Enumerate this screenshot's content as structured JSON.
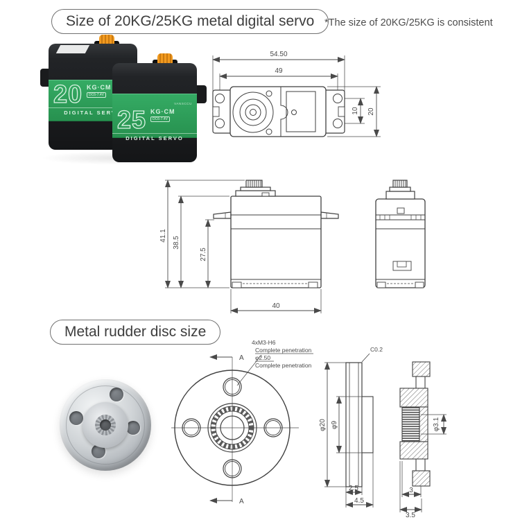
{
  "header": {
    "title": "Size of 20KG/25KG metal digital servo",
    "note": "*The size of 20KG/25KG is consistent"
  },
  "sections": {
    "rudder_title": "Metal rudder disc size"
  },
  "servo_photos": {
    "servo20": {
      "number": "20",
      "unit": "KG·CM",
      "voltage_badge": "DC6-7.4V",
      "type_label": "DIGITAL SERVO"
    },
    "servo25": {
      "number": "25",
      "unit": "KG·CM",
      "brand": "VANSCCU",
      "voltage_badge": "DC6-7.4V",
      "type_label": "DIGITAL SERVO"
    }
  },
  "top_view_dims": {
    "overall_width": "54.50",
    "hole_spacing": "49",
    "hole_offset": "10",
    "body_width": "20"
  },
  "side_view_dims": {
    "total_height": "41.1",
    "body_height": "38.5",
    "lower_height": "27.5",
    "body_length": "40"
  },
  "disc_front": {
    "callout_line1": "4xM3-H6",
    "callout_line2": "Complete penetration",
    "callout_line3": "φ2.50",
    "callout_line4": "Complete penetration",
    "section_label_top": "A",
    "section_label_bottom": "A"
  },
  "disc_section_dims": {
    "chamfer": "C0.2",
    "outer_dia": "φ20",
    "hub_dia": "φ9",
    "plate_thickness": "2.5",
    "total_thickness": "4.5"
  },
  "disc_side_dims": {
    "bore_dia": "φ3.1",
    "spline_width": "3",
    "total_width": "3.5"
  }
}
